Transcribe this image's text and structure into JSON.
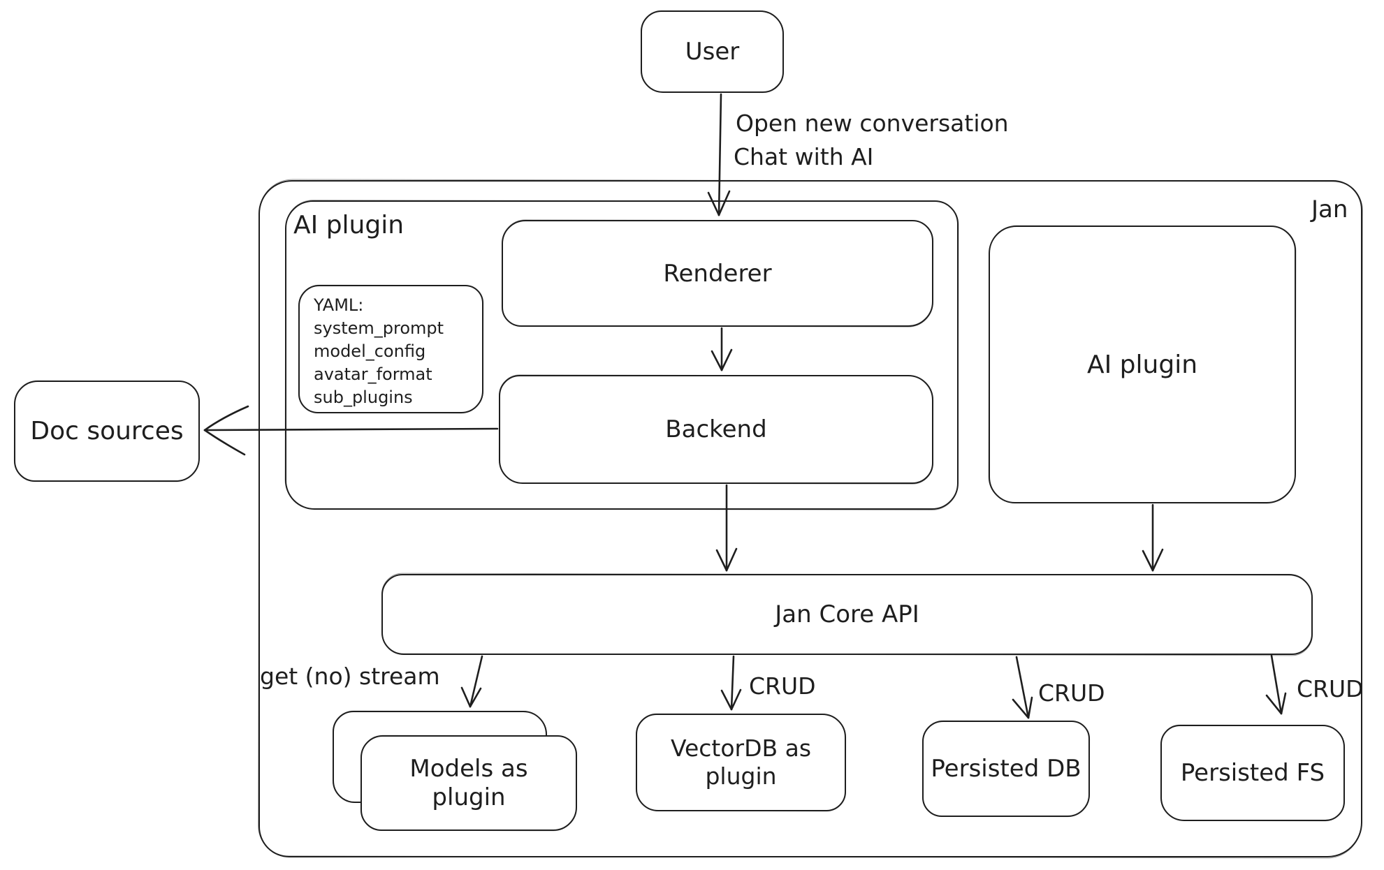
{
  "colors": {
    "stroke": "#1e1e1e",
    "background": "#ffffff"
  },
  "nodes": {
    "user": "User",
    "jan_container": "Jan",
    "ai_plugin_group": "AI plugin",
    "renderer": "Renderer",
    "backend": "Backend",
    "yaml_note": {
      "lines": [
        "YAML:",
        "system_prompt",
        "model_config",
        "avatar_format",
        "sub_plugins"
      ]
    },
    "ai_plugin_right": "AI plugin",
    "doc_sources": "Doc sources",
    "jan_core_api": "Jan Core API",
    "models_as_plugin": "Models as plugin",
    "vectordb_as_plugin": "VectorDB as plugin",
    "persisted_db": "Persisted DB",
    "persisted_fs": "Persisted FS"
  },
  "edges": {
    "user_to_renderer_line1": "Open new conversation",
    "user_to_renderer_line2": "Chat with AI",
    "get_no_stream": "get (no) stream",
    "crud_vectordb": "CRUD",
    "crud_persisted_db": "CRUD",
    "crud_persisted_fs": "CRUD"
  }
}
